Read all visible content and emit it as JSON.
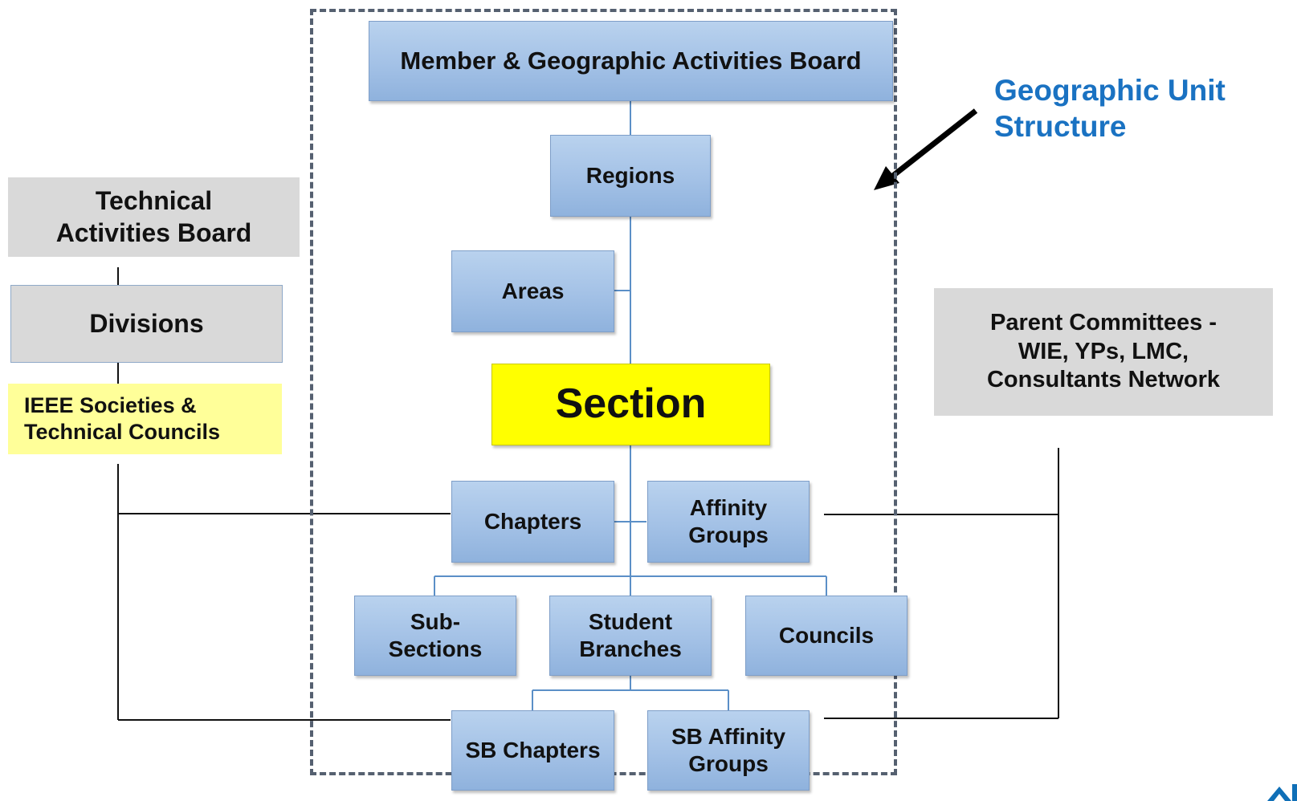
{
  "diagram": {
    "title_label": "Geographic Unit\nStructure",
    "nodes": {
      "mgab": "Member & Geographic Activities Board",
      "regions": "Regions",
      "areas": "Areas",
      "section": "Section",
      "chapters": "Chapters",
      "affinity_groups": "Affinity Groups",
      "sub_sections": "Sub-\nSections",
      "student_branches": "Student Branches",
      "councils": "Councils",
      "sb_chapters": "SB Chapters",
      "sb_affinity_groups": "SB Affinity Groups",
      "technical_activities_board": "Technical\nActivities Board",
      "divisions": "Divisions",
      "societies_councils": "IEEE Societies &\nTechnical Councils",
      "parent_committees": "Parent Committees -\nWIE, YPs, LMC,\nConsultants Network"
    }
  },
  "colors": {
    "box_blue": "#a3c1e6",
    "connector_blue": "#5b8fc7",
    "section_yellow": "#ffff00",
    "societies_yellow": "#ffff99",
    "external_grey": "#d9d9d9",
    "label_blue": "#1a72c2"
  },
  "icons": {
    "arrow": "pointer-arrow-icon",
    "logo": "ieee-logo-icon"
  }
}
